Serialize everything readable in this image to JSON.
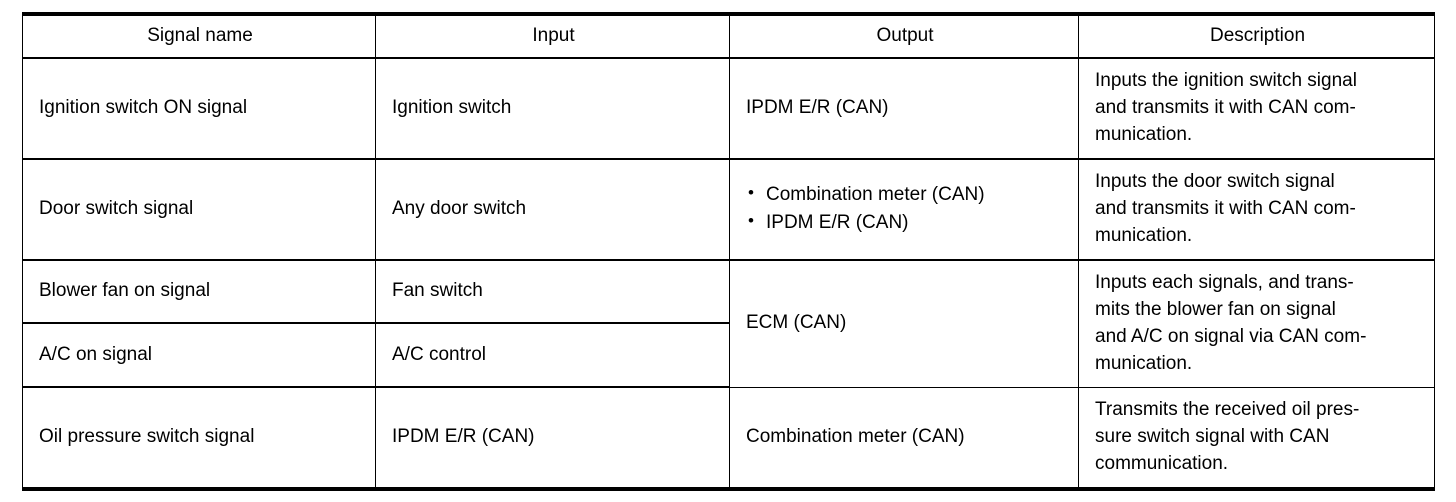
{
  "table": {
    "columns": [
      {
        "key": "signal_name",
        "label": "Signal name"
      },
      {
        "key": "input",
        "label": "Input"
      },
      {
        "key": "output",
        "label": "Output"
      },
      {
        "key": "description",
        "label": "Description"
      }
    ],
    "rows": [
      {
        "signal_name": "Ignition switch ON signal",
        "input": "Ignition switch",
        "output": "IPDM E/R (CAN)",
        "description_lines": [
          "Inputs the ignition switch signal",
          "and transmits it with CAN com-",
          "munication."
        ]
      },
      {
        "signal_name": "Door switch signal",
        "input": "Any door switch",
        "output_bullets": [
          "Combination meter (CAN)",
          "IPDM E/R (CAN)"
        ],
        "description_lines": [
          "Inputs the door switch signal",
          "and transmits it with CAN com-",
          "munication."
        ]
      },
      {
        "signal_name": "Blower fan on signal",
        "input": "Fan switch",
        "output": "ECM (CAN)",
        "description_lines": [
          "Inputs each signals, and trans-",
          "mits the blower fan on signal",
          "and A/C on signal via CAN com-",
          "munication."
        ]
      },
      {
        "signal_name": "A/C on signal",
        "input": "A/C control"
      },
      {
        "signal_name": "Oil pressure switch signal",
        "input": "IPDM E/R (CAN)",
        "output": "Combination meter (CAN)",
        "description_lines": [
          "Transmits the received oil pres-",
          "sure switch signal with CAN",
          "communication."
        ]
      }
    ]
  },
  "colors": {
    "border": "#000000",
    "background": "#ffffff",
    "text": "#000000"
  }
}
